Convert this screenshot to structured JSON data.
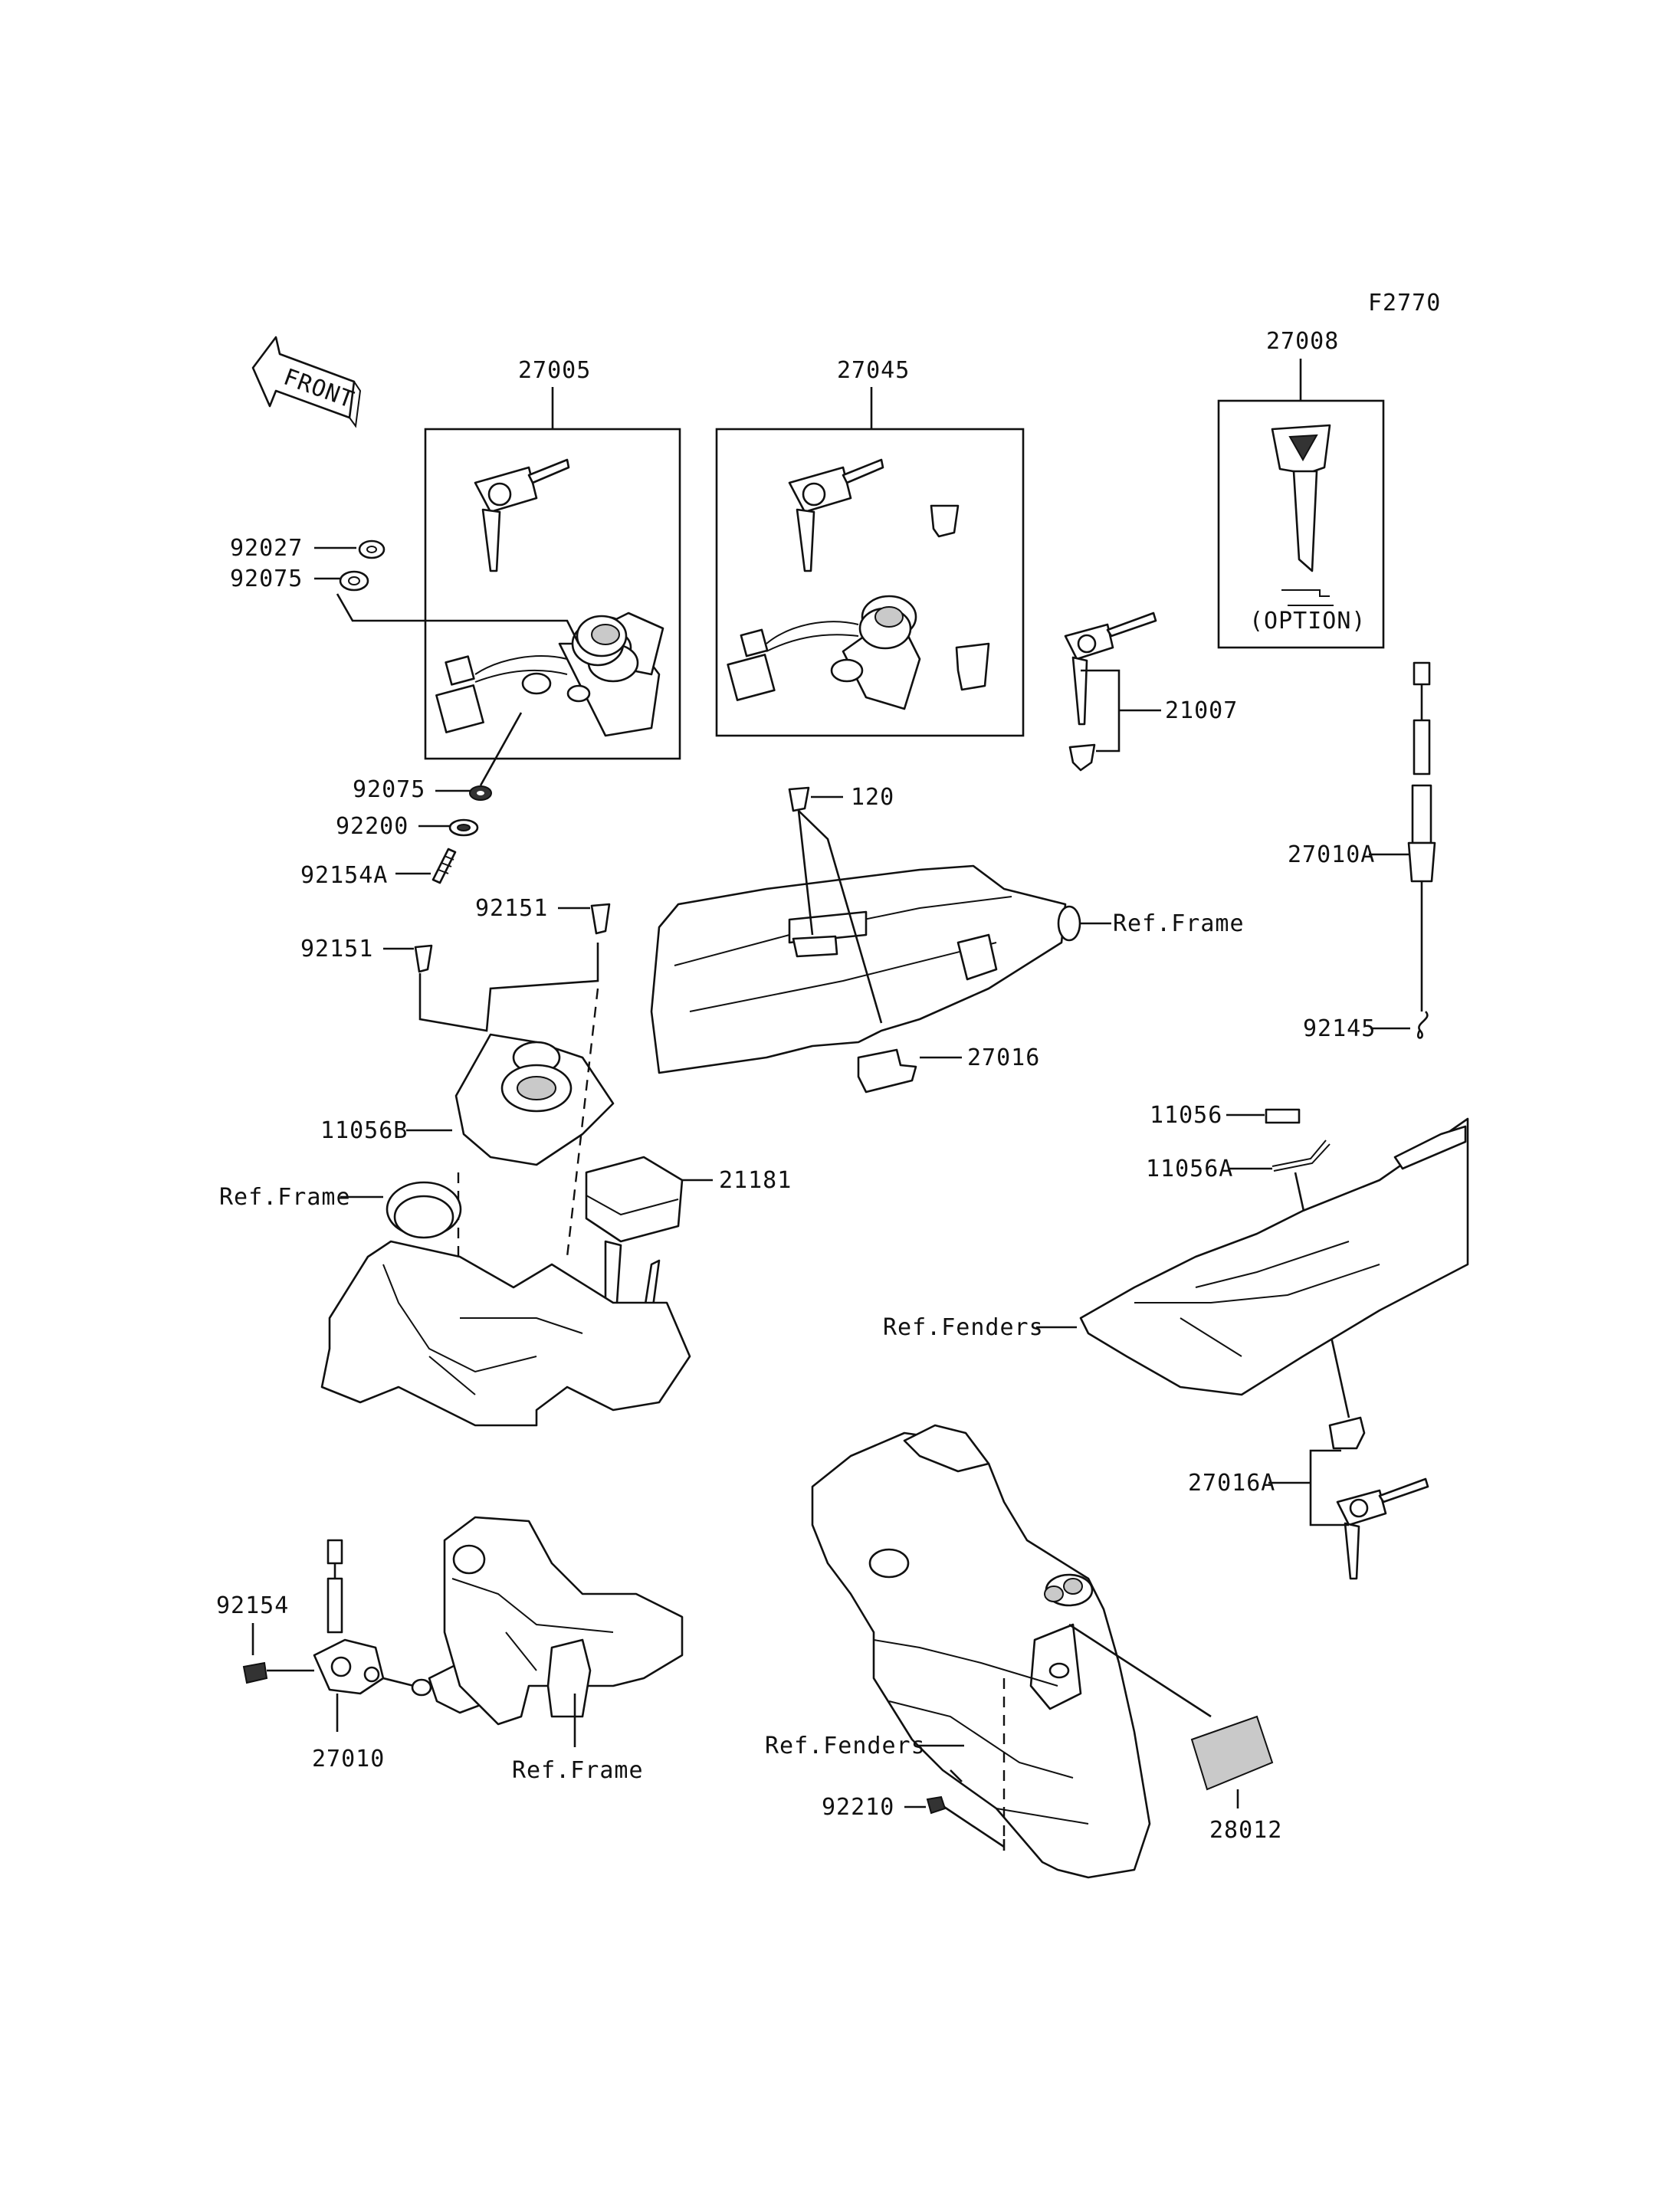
{
  "figure_code": "F2770",
  "front_label": "FRONT",
  "option_label": "(OPTION)",
  "parts": {
    "p27005": "27005",
    "p27045": "27045",
    "p27008": "27008",
    "p92027": "92027",
    "p92075a": "92075",
    "p92075b": "92075",
    "p92200": "92200",
    "p92154A": "92154A",
    "p21007": "21007",
    "p120": "120",
    "p27010A": "27010A",
    "p92151a": "92151",
    "p92151b": "92151",
    "p27016": "27016",
    "p92145": "92145",
    "p11056B": "11056B",
    "p21181": "21181",
    "p11056": "11056",
    "p11056A": "11056A",
    "p27016A": "27016A",
    "p92154": "92154",
    "p27010": "27010",
    "p28012": "28012",
    "p92210": "92210"
  },
  "refs": {
    "frame1": "Ref.Frame",
    "frame2": "Ref.Frame",
    "frame3": "Ref.Frame",
    "fenders1": "Ref.Fenders",
    "fenders2": "Ref.Fenders"
  }
}
